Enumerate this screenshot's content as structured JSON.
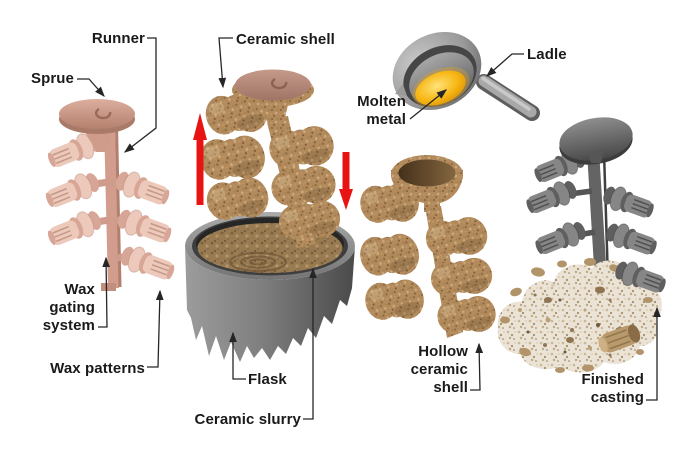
{
  "labels": {
    "runner": "Runner",
    "sprue": "Sprue",
    "wax_gating": "Wax\ngating\nsystem",
    "wax_patterns": "Wax patterns",
    "ceramic_shell": "Ceramic shell",
    "flask": "Flask",
    "ceramic_slurry": "Ceramic slurry",
    "molten_metal": "Molten\nmetal",
    "ladle": "Ladle",
    "hollow_shell": "Hollow\nceramic\nshell",
    "finished_casting": "Finished\ncasting"
  },
  "icons": {
    "dip_up": "red-arrow-up-icon",
    "dip_down": "red-arrow-down-icon"
  },
  "colors": {
    "background": "#ffffff",
    "label_text": "#1a1a1a",
    "line": "#262626",
    "arrow_red": "#e81414",
    "wax_pink": "#d8a696",
    "wax_pink_light": "#ecc9bb",
    "wax_pink_dark": "#b07f6d",
    "ceramic_tan": "#b28a5c",
    "ceramic_tan_light": "#cbab7c",
    "ceramic_tan_dark": "#755636",
    "flask_gray": "#838383",
    "flask_gray_dark": "#4e4e4e",
    "slurry_brown": "#997b51",
    "ladle_gray": "#9a9a9a",
    "molten_orange": "#f2a90c",
    "molten_yellow": "#ffe37a",
    "casting_gray": "#868686",
    "casting_gray_mid": "#5f5f5f",
    "casting_gray_dark": "#3c3c3c",
    "debris_white": "#eae3d6"
  }
}
